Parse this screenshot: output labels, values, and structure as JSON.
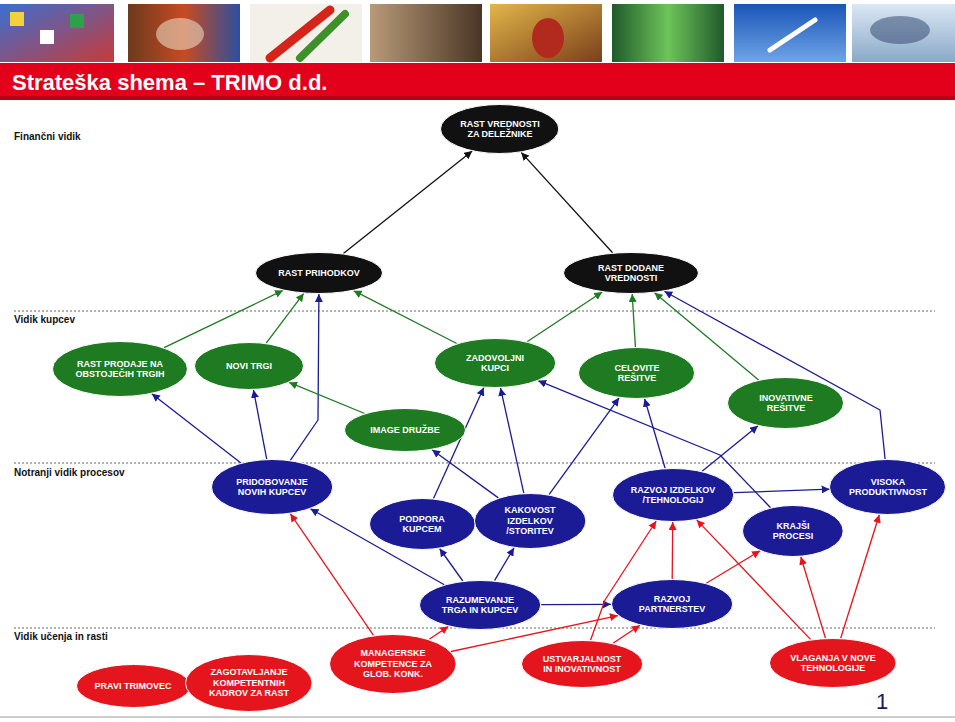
{
  "diagram": {
    "title": "Strateška shema – TRIMO d.d.",
    "nodes": [
      {
        "text": [
          "RAST VREDNOSTI ZA DELEŽNIKE"
        ]
      },
      {
        "text": [
          "RAST PRIHODKOV"
        ]
      },
      {
        "text": [
          "RAST DODANE VREDNOSTI"
        ]
      },
      {
        "text": [
          "RAST PRODAJE NA OBSTOJEČIH TRGIH"
        ]
      },
      {
        "text": [
          "NOVI TRGI"
        ]
      },
      {
        "text": [
          "ZADOVOLJNI KUPCI"
        ]
      },
      {
        "text": [
          "CELOVITE REŠITVE"
        ]
      },
      {
        "text": [
          "IMAGE DRUŽBE"
        ]
      },
      {
        "text": [
          "INOVATIVNE REŠITVE"
        ]
      },
      {
        "text": [
          "PRIDOBOVANJE NOVIH KUPCEV"
        ]
      },
      {
        "text": [
          "PODPORA KUPCEM"
        ]
      },
      {
        "text": [
          "KAKOVOST IZDELKOV /STORITEV"
        ]
      },
      {
        "text": [
          "RAZVOJ IZDELKOV /TEHNOLOGIJ"
        ]
      },
      {
        "text": [
          "VISOKA PRODUKTIVNOST"
        ]
      },
      {
        "text": [
          "KRAJŠI PROCESI"
        ]
      },
      {
        "text": [
          "RAZUMEVANJE TRGA IN KUPCEV"
        ]
      },
      {
        "text": [
          "RAZVOJ PARTNERSTEV"
        ]
      },
      {
        "text": [
          "PRAVI TRIMOVEC"
        ]
      },
      {
        "text": [
          "ZAGOTAVLJANJE KOMPETENTNIH KADROV ZA RAST"
        ]
      },
      {
        "text": [
          "MANAGERSKE KOMPETENCE ZA GLOB. KONK."
        ]
      },
      {
        "text": [
          "USTVARJALNOST IN INOVATIVNOST"
        ]
      },
      {
        "text": [
          "VLAGANJA V NOVE TEHNOLOGIJE"
        ]
      }
    ],
    "edges": [
      {
        "from": 1,
        "to": 0,
        "arrow": "to"
      },
      {
        "from": 2,
        "to": 0,
        "arrow": "to"
      },
      {
        "from": 3,
        "to": 1,
        "arrow": "to"
      },
      {
        "from": 4,
        "to": 1,
        "arrow": "to"
      },
      {
        "from": 5,
        "to": 1,
        "arrow": "to"
      },
      {
        "from": 9,
        "to": 1,
        "arrow": "to"
      },
      {
        "from": 5,
        "to": 2,
        "arrow": "to"
      },
      {
        "from": 6,
        "to": 2,
        "arrow": "to"
      },
      {
        "from": 8,
        "to": 2,
        "arrow": "to"
      },
      {
        "from": 13,
        "to": 2,
        "arrow": "to"
      },
      {
        "from": 7,
        "to": 4,
        "arrow": "to"
      },
      {
        "from": 9,
        "to": 3,
        "arrow": "to"
      },
      {
        "from": 9,
        "to": 4,
        "arrow": "to"
      },
      {
        "from": 10,
        "to": 5,
        "arrow": "to"
      },
      {
        "from": 11,
        "to": 5,
        "arrow": "to"
      },
      {
        "from": 14,
        "to": 5,
        "arrow": "to"
      },
      {
        "from": 11,
        "to": 6,
        "arrow": "to"
      },
      {
        "from": 12,
        "to": 6,
        "arrow": "to"
      },
      {
        "from": 11,
        "to": 7,
        "arrow": "to"
      },
      {
        "from": 12,
        "to": 8,
        "arrow": "to"
      },
      {
        "from": 12,
        "to": 13,
        "arrow": "to"
      },
      {
        "from": 15,
        "to": 9,
        "arrow": "to"
      },
      {
        "from": 15,
        "to": 10,
        "arrow": "to"
      },
      {
        "from": 15,
        "to": 11,
        "arrow": "to"
      },
      {
        "from": 15,
        "to": 16,
        "arrow": "to"
      },
      {
        "from": 16,
        "to": 12,
        "arrow": "to"
      },
      {
        "from": 16,
        "to": 14,
        "arrow": "to"
      },
      {
        "from": 19,
        "to": 9,
        "arrow": "to"
      },
      {
        "from": 19,
        "to": 15,
        "arrow": "to"
      },
      {
        "from": 19,
        "to": 16,
        "arrow": "to"
      },
      {
        "from": 20,
        "to": 12,
        "arrow": "to"
      },
      {
        "from": 20,
        "to": 16,
        "arrow": "to"
      },
      {
        "from": 21,
        "to": 12,
        "arrow": "to"
      },
      {
        "from": 21,
        "to": 14,
        "arrow": "to"
      },
      {
        "from": 21,
        "to": 13,
        "arrow": "to"
      }
    ],
    "labels": [
      "Finančni vidik",
      "Vidik kupcev",
      "Notranji vidik procesov",
      "Vidik učenja in rasti",
      "1"
    ]
  }
}
